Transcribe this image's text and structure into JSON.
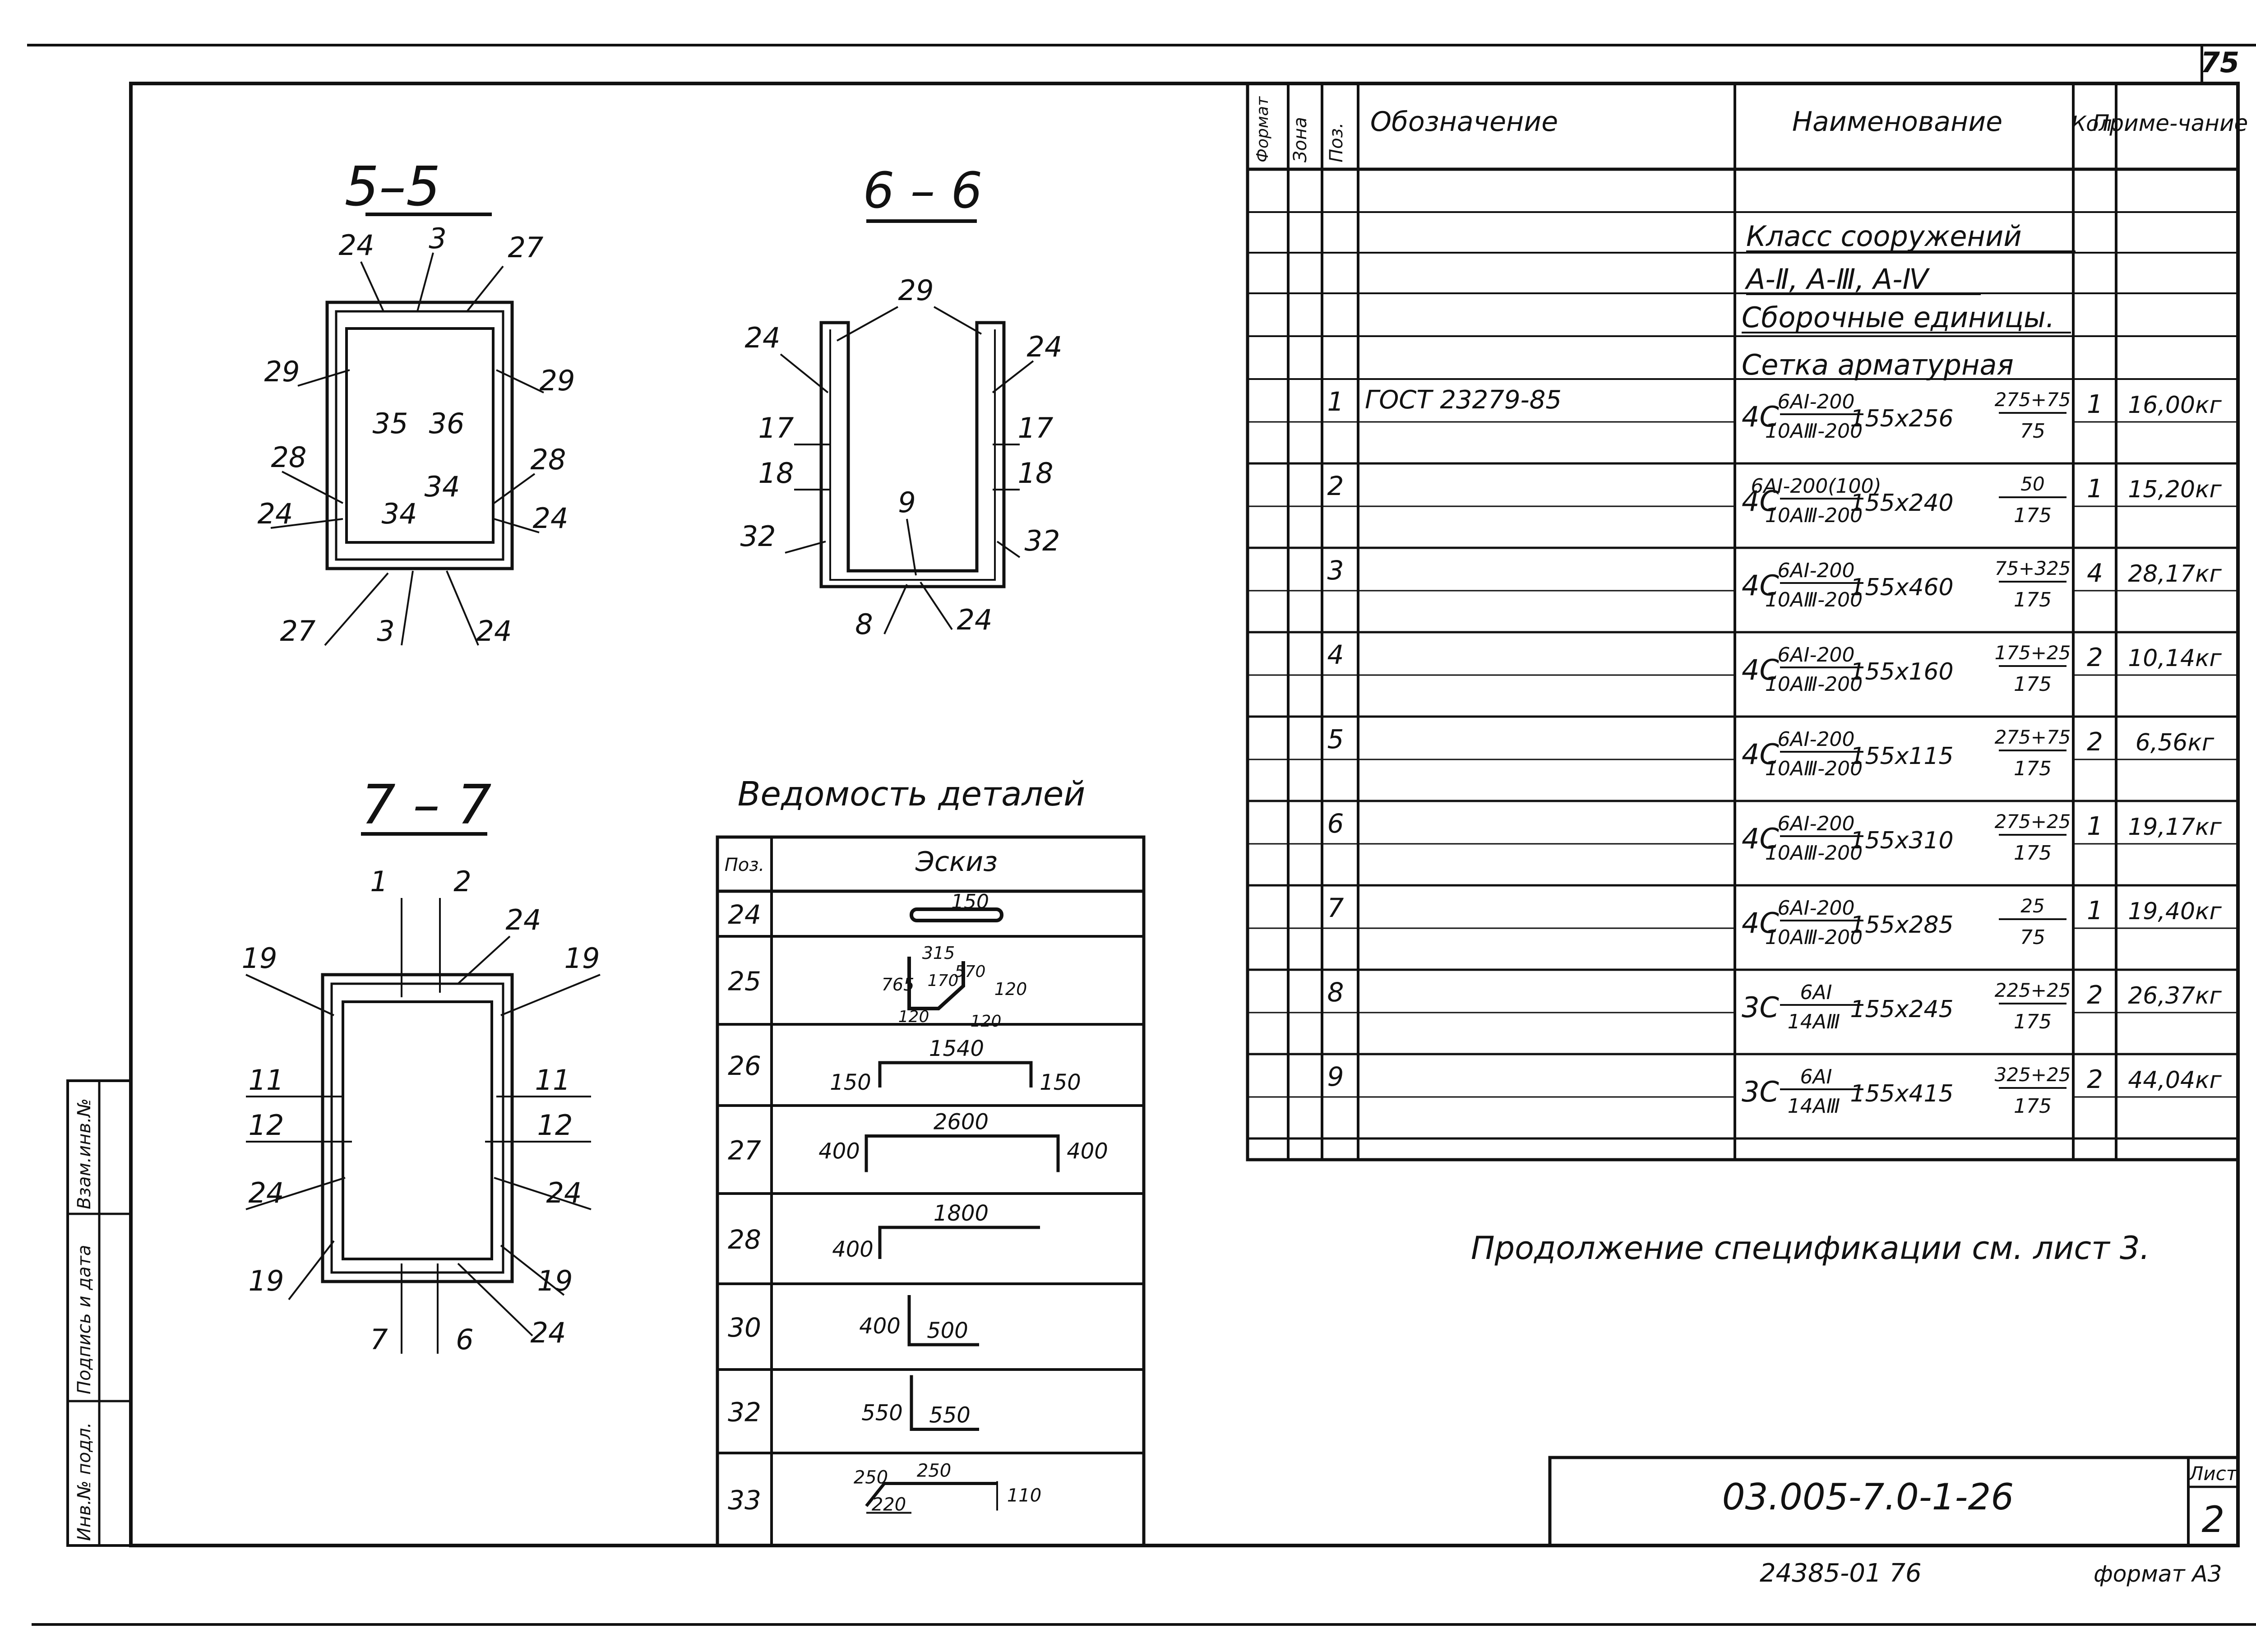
{
  "sheet_corner_number": "75",
  "sections": {
    "s55": {
      "title": "5–5",
      "labels": [
        "24",
        "3",
        "27",
        "29",
        "29",
        "35",
        "36",
        "28",
        "28",
        "24",
        "34",
        "34",
        "24",
        "27",
        "3",
        "24"
      ]
    },
    "s66": {
      "title": "6 – 6",
      "labels": [
        "29",
        "24",
        "24",
        "17",
        "17",
        "18",
        "18",
        "9",
        "32",
        "32",
        "8",
        "24"
      ]
    },
    "s77": {
      "title": "7 – 7",
      "labels": [
        "1",
        "2",
        "24",
        "19",
        "19",
        "11",
        "11",
        "12",
        "12",
        "24",
        "24",
        "19",
        "19",
        "7",
        "6",
        "24"
      ]
    }
  },
  "details": {
    "title": "Ведомость деталей",
    "headers": {
      "pos": "Поз.",
      "sketch": "Эскиз"
    },
    "rows": [
      {
        "pos": "24",
        "dims": [
          "150"
        ]
      },
      {
        "pos": "25",
        "dims": [
          "315",
          "765",
          "170",
          "570",
          "120",
          "120",
          "120"
        ]
      },
      {
        "pos": "26",
        "dims": [
          "1540",
          "150",
          "150"
        ]
      },
      {
        "pos": "27",
        "dims": [
          "2600",
          "400",
          "400"
        ]
      },
      {
        "pos": "28",
        "dims": [
          "1800",
          "400"
        ]
      },
      {
        "pos": "30",
        "dims": [
          "400",
          "500"
        ]
      },
      {
        "pos": "32",
        "dims": [
          "550",
          "550"
        ]
      },
      {
        "pos": "33",
        "dims": [
          "250",
          "250",
          "110",
          "220"
        ]
      }
    ]
  },
  "spec": {
    "headers": {
      "format": "Формат",
      "zone": "Зона",
      "pos": "Поз.",
      "designation": "Обозначение",
      "name": "Наименование",
      "qty": "Кол.",
      "note": "Приме-чание"
    },
    "group_lines": [
      "Класс сооружений",
      "А-Ⅱ, А-Ⅲ, А-Ⅳ",
      "Сборочные единицы.",
      "Сетка арматурная"
    ],
    "rows": [
      {
        "pos": "1",
        "designation": "ГОСТ 23279-85",
        "prefix": "4С",
        "num": "6АⅠ-200",
        "den": "10АⅢ-200",
        "size": "155x256",
        "fnum": "275+75",
        "fden": "75",
        "qty": "1",
        "note": "16,00кг"
      },
      {
        "pos": "2",
        "designation": "",
        "prefix": "4С",
        "num": "6АⅠ-200(100)",
        "den": "10АⅢ-200",
        "size": "155x240",
        "fnum": "50",
        "fden": "175",
        "qty": "1",
        "note": "15,20кг"
      },
      {
        "pos": "3",
        "designation": "",
        "prefix": "4С",
        "num": "6АⅠ-200",
        "den": "10АⅢ-200",
        "size": "155x460",
        "fnum": "75+325",
        "fden": "175",
        "qty": "4",
        "note": "28,17кг"
      },
      {
        "pos": "4",
        "designation": "",
        "prefix": "4С",
        "num": "6АⅠ-200",
        "den": "10АⅢ-200",
        "size": "155x160",
        "fnum": "175+25",
        "fden": "175",
        "qty": "2",
        "note": "10,14кг"
      },
      {
        "pos": "5",
        "designation": "",
        "prefix": "4С",
        "num": "6АⅠ-200",
        "den": "10АⅢ-200",
        "size": "155x115",
        "fnum": "275+75",
        "fden": "175",
        "qty": "2",
        "note": "6,56кг"
      },
      {
        "pos": "6",
        "designation": "",
        "prefix": "4С",
        "num": "6АⅠ-200",
        "den": "10АⅢ-200",
        "size": "155x310",
        "fnum": "275+25",
        "fden": "175",
        "qty": "1",
        "note": "19,17кг"
      },
      {
        "pos": "7",
        "designation": "",
        "prefix": "4С",
        "num": "6АⅠ-200",
        "den": "10АⅢ-200",
        "size": "155x285",
        "fnum": "25",
        "fden": "75",
        "qty": "1",
        "note": "19,40кг"
      },
      {
        "pos": "8",
        "designation": "",
        "prefix": "3С",
        "num": "6АⅠ",
        "den": "14АⅢ",
        "size": "155x245",
        "fnum": "225+25",
        "fden": "175",
        "qty": "2",
        "note": "26,37кг"
      },
      {
        "pos": "9",
        "designation": "",
        "prefix": "3С",
        "num": "6АⅠ",
        "den": "14АⅢ",
        "size": "155x415",
        "fnum": "325+25",
        "fden": "175",
        "qty": "2",
        "note": "44,04кг"
      }
    ]
  },
  "continuation_note": "Продолжение спецификации см. лист 3.",
  "title_block": {
    "code": "03.005-7.0-1-26",
    "sheet_label": "Лист",
    "sheet_number": "2"
  },
  "bottom": {
    "inventory": "24385-01 76",
    "format": "формат А3"
  },
  "side_stamp": {
    "replace": "Взам.инв.№",
    "sign": "Подпись и дата",
    "orig": "Инв.№ подл."
  }
}
